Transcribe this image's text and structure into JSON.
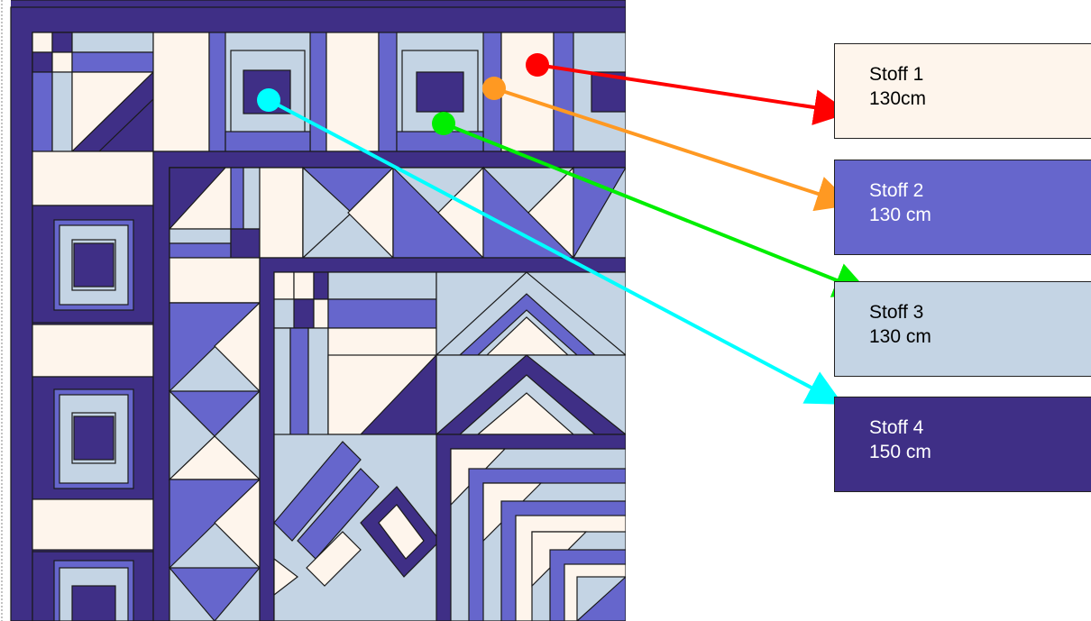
{
  "colors": {
    "stoff1": "#fef5ec",
    "stoff2": "#6666cc",
    "stoff3": "#c4d4e4",
    "stoff4": "#3f2f86",
    "outline": "#1a1a1a",
    "arrow_red": "#ff0000",
    "arrow_orange": "#ff9922",
    "arrow_green": "#00ee00",
    "arrow_cyan": "#00ffff"
  },
  "fabrics": [
    {
      "name": "Stoff 1",
      "length": "130cm",
      "fill": "#fef5ec",
      "text_color": "#000000",
      "arrow_color": "#ff0000"
    },
    {
      "name": "Stoff 2",
      "length": "130 cm",
      "fill": "#6666cc",
      "text_color": "#ffffff",
      "arrow_color": "#ff9922"
    },
    {
      "name": "Stoff 3",
      "length": "130 cm",
      "fill": "#c4d4e4",
      "text_color": "#000000",
      "arrow_color": "#00ee00"
    },
    {
      "name": "Stoff 4",
      "length": "150 cm",
      "fill": "#3f2f86",
      "text_color": "#ffffff",
      "arrow_color": "#00ffff"
    }
  ]
}
